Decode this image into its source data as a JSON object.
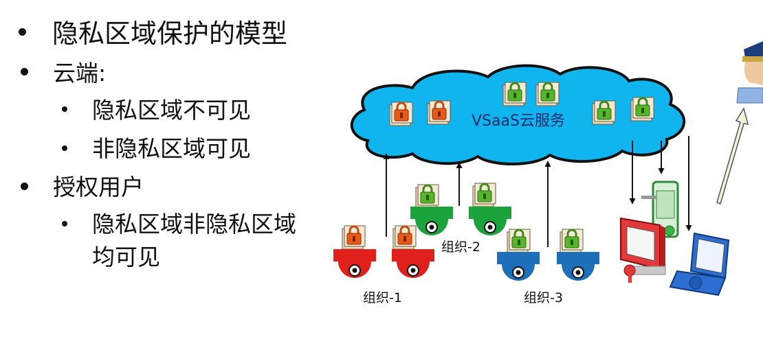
{
  "slide": {
    "title": "隐私区域保护的模型",
    "items": [
      {
        "text": "云端:",
        "subitems": [
          "隐私区域不可见",
          "非隐私区域可见"
        ]
      },
      {
        "text": "授权用户",
        "subitems": [
          "隐私区域非隐私区域",
          "均可见"
        ]
      }
    ]
  },
  "diagram": {
    "cloud_label": "VSaaS云服务",
    "groups": [
      "组织-1",
      "组织-2",
      "组织-3"
    ],
    "colors": {
      "cloud": "#10b4ee",
      "org1": "#e0201a",
      "org2": "#1aa33a",
      "org3": "#1d6fba",
      "lock_red": "#e85a1a",
      "lock_green": "#58b52a"
    }
  }
}
